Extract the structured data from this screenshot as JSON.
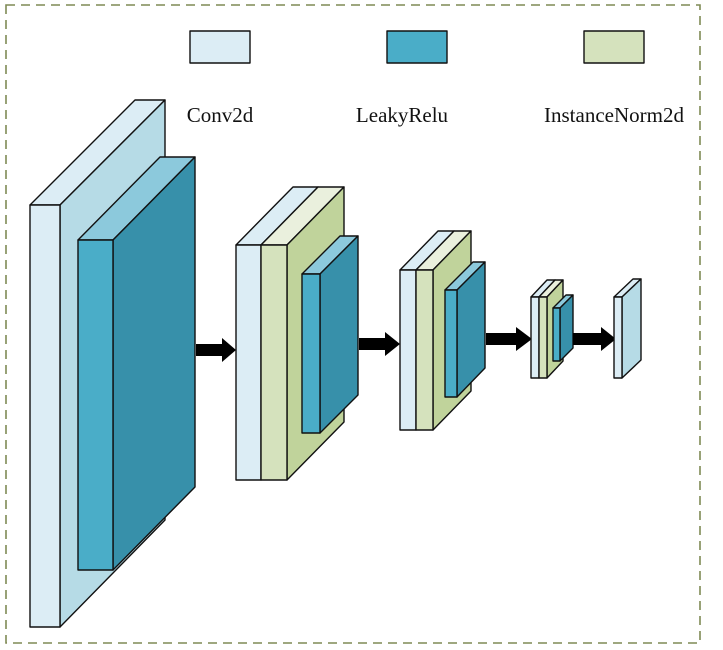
{
  "legend": {
    "items": [
      {
        "name": "conv2d",
        "label": "Conv2d",
        "color": "#dcedf5"
      },
      {
        "name": "leakyrelu",
        "label": "LeakyRelu",
        "color": "#4aadc8"
      },
      {
        "name": "instancenorm2d",
        "label": "InstanceNorm2d",
        "color": "#d5e2bd"
      }
    ]
  },
  "colors": {
    "conv_front": "#dcedf5",
    "conv_side": "#b6dbe6",
    "relu_front": "#4aadc8",
    "relu_side": "#3790aa",
    "relu_top": "#8cc9dc",
    "norm_front": "#d5e2bd",
    "norm_side": "#c0d39b",
    "norm_top": "#eaf0dd",
    "frame": "#7f8a55",
    "arrow": "#000000"
  },
  "flow": [
    "stage-1",
    "stage-2",
    "stage-3",
    "stage-4",
    "stage-5"
  ]
}
